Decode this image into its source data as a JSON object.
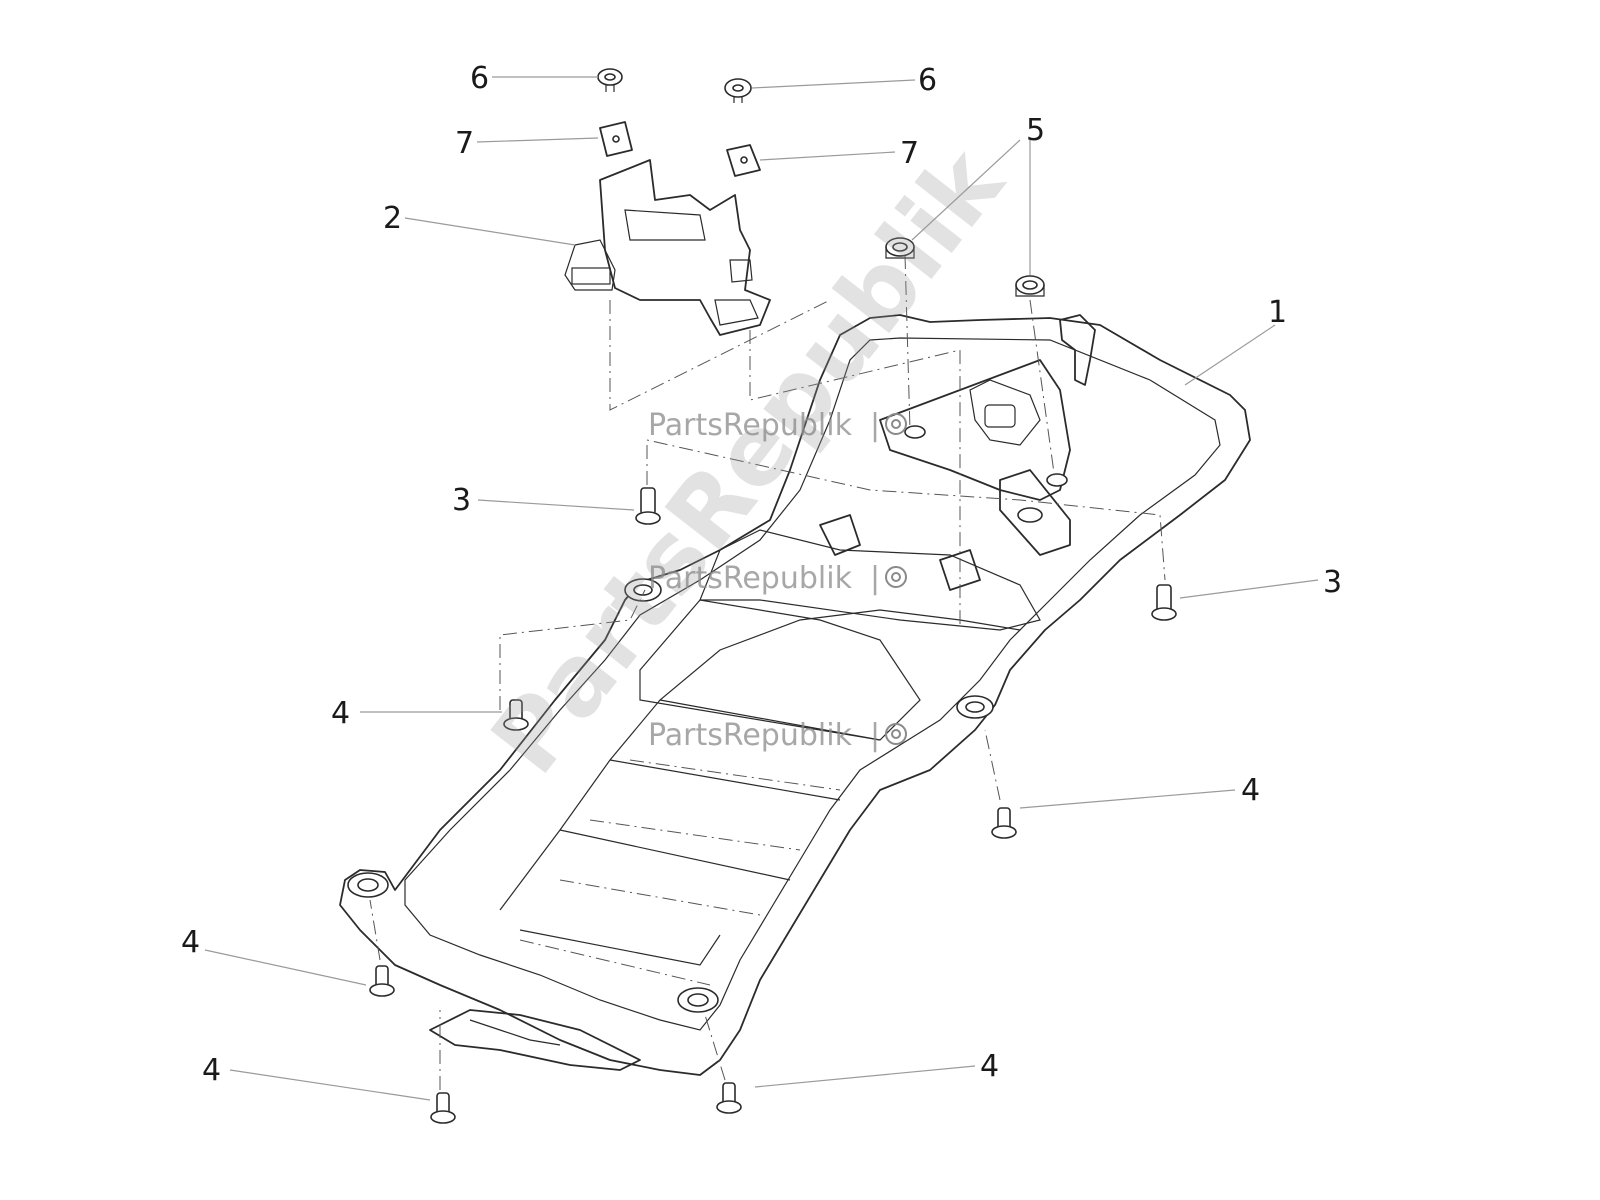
{
  "watermark": {
    "brand": "PartsRepublik",
    "separator": "|"
  },
  "callouts": [
    {
      "id": "c1",
      "label": "1"
    },
    {
      "id": "c2",
      "label": "2"
    },
    {
      "id": "c3a",
      "label": "3"
    },
    {
      "id": "c3b",
      "label": "3"
    },
    {
      "id": "c4a",
      "label": "4"
    },
    {
      "id": "c4b",
      "label": "4"
    },
    {
      "id": "c4c",
      "label": "4"
    },
    {
      "id": "c4d",
      "label": "4"
    },
    {
      "id": "c4e",
      "label": "4"
    },
    {
      "id": "c5",
      "label": "5"
    },
    {
      "id": "c6a",
      "label": "6"
    },
    {
      "id": "c6b",
      "label": "6"
    },
    {
      "id": "c7a",
      "label": "7"
    },
    {
      "id": "c7b",
      "label": "7"
    }
  ]
}
